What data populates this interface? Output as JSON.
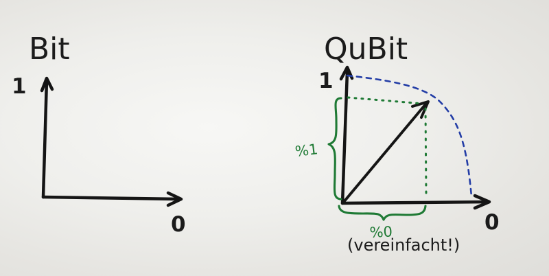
{
  "left": {
    "title": "Bit",
    "y_tick": "1",
    "x_tick": "0"
  },
  "right": {
    "title": "QuBit",
    "y_tick": "1",
    "x_tick": "0",
    "y_proportion_label": "%1",
    "x_proportion_label": "%0",
    "note": "(vereinfacht!)"
  },
  "colors": {
    "ink": "#151515",
    "green": "#1f7a35",
    "blue": "#233da6",
    "paper": "#efefec"
  }
}
